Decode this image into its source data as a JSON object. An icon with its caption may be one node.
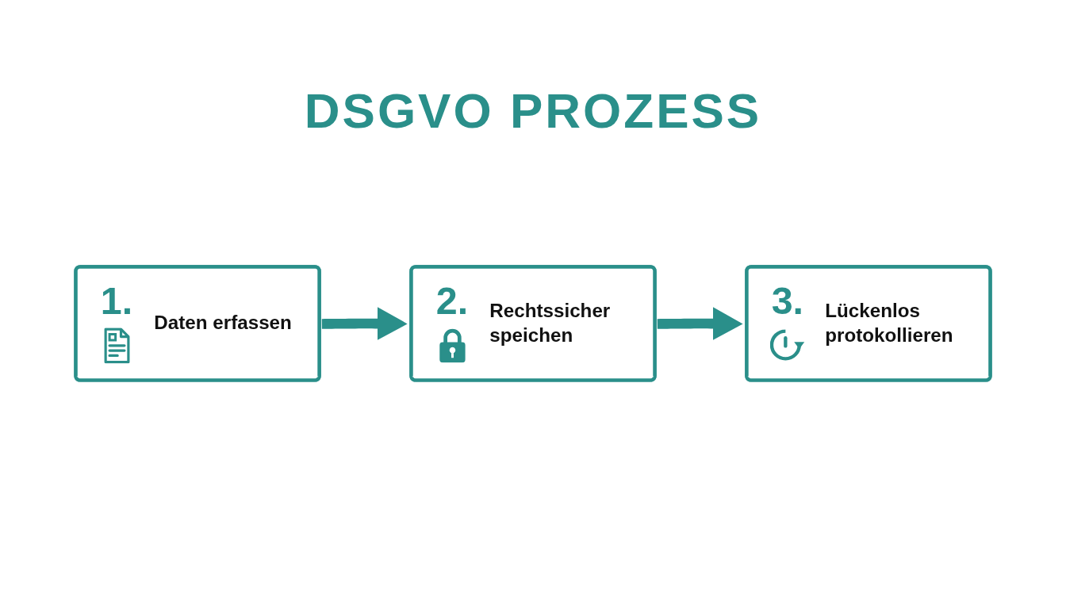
{
  "diagram": {
    "title": "DSGVO PROZESS",
    "nodes": [
      {
        "text": [
          "1.",
          "Daten erfassen"
        ]
      },
      {
        "text": [
          "2.",
          "Rechtssicher speichen"
        ]
      },
      {
        "text": [
          "3.",
          "Lückenlos protokollieren"
        ]
      }
    ],
    "edges": [
      {
        "from": 0,
        "to": 1,
        "arrow": "to"
      },
      {
        "from": 1,
        "to": 2,
        "arrow": "to"
      }
    ]
  }
}
